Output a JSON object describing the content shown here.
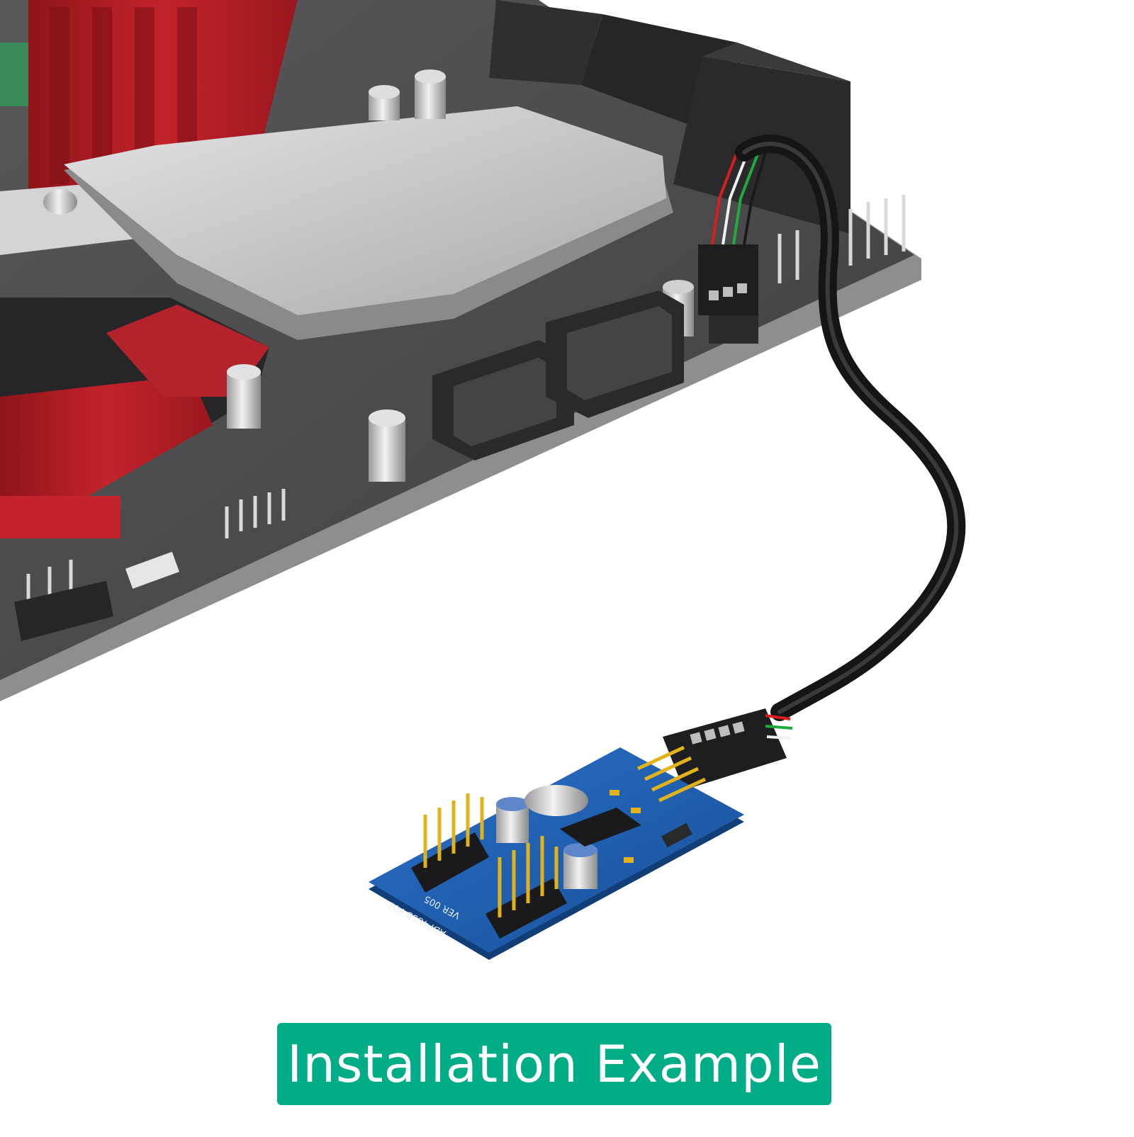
{
  "caption": {
    "text": "Installation Example",
    "background": "#00ad87",
    "text_color": "#ffffff"
  },
  "board_labels": {
    "model": "ADP4USB-F01",
    "version": "VER 005"
  },
  "colors": {
    "background": "#ffffff",
    "motherboard_pcb": "#4a4a4c",
    "motherboard_edge": "#8e8e90",
    "heatsink_red": "#b01c24",
    "chipset_silver": "#c9c9cb",
    "connector_black": "#2a2a2c",
    "cable_black": "#1a1a1a",
    "hub_pcb_blue": "#1f5fb3",
    "pin_gold": "#e2b21a",
    "wire_red": "#d91e1e",
    "wire_green": "#1eaa3c"
  }
}
